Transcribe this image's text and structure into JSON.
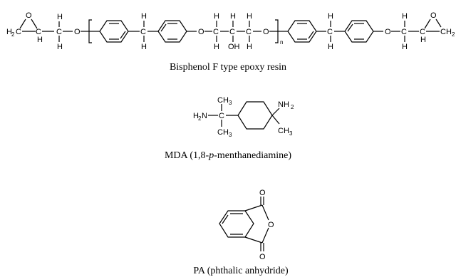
{
  "captions": {
    "bisphenol": "Bisphenol F type epoxy resin",
    "mda_prefix": "MDA (1,8-",
    "mda_italic": "p",
    "mda_suffix": "-menthanediamine)",
    "pa": "PA (phthalic anhydride)"
  },
  "atoms": {
    "H": "H",
    "O": "O",
    "C": "C",
    "N": "N",
    "two": "2",
    "three": "3",
    "n": "n",
    "H2C_main": "H",
    "OH": "OH",
    "CH_end": "CH",
    "NH2_main": "NH",
    "CH3_main": "CH",
    "H2N_main": "H"
  }
}
